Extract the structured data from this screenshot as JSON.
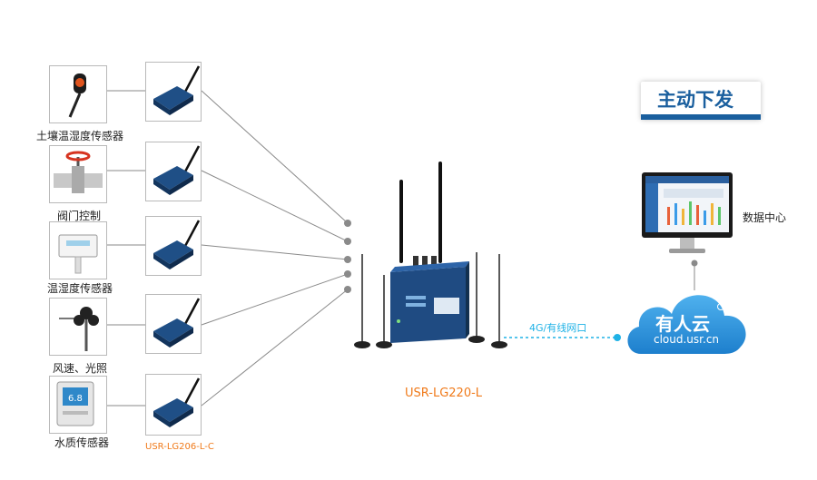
{
  "sensors": [
    {
      "label": "土壤温湿度传感器",
      "icon": "soil-probe-icon"
    },
    {
      "label": "阀门控制",
      "icon": "valve-icon"
    },
    {
      "label": "温湿度传感器",
      "icon": "thermo-hygrometer-icon"
    },
    {
      "label": "风速、光照",
      "icon": "anemometer-icon"
    },
    {
      "label": "水质传感器",
      "icon": "water-quality-meter-icon"
    }
  ],
  "node_model": "USR-LG206-L-C",
  "gateway_model": "USR-LG220-L",
  "link_label": "4G/有线网口",
  "cloud": {
    "name": "有人云",
    "url": "cloud.usr.cn"
  },
  "command_badge": "主动下发",
  "datacenter_label": "数据中心",
  "colors": {
    "accent_orange": "#f07a1a",
    "cloud_blue": "#2a8fd6",
    "badge_blue": "#1a5f9e",
    "line_gray": "#8a8a8a",
    "link_cyan": "#1fb2e6"
  }
}
